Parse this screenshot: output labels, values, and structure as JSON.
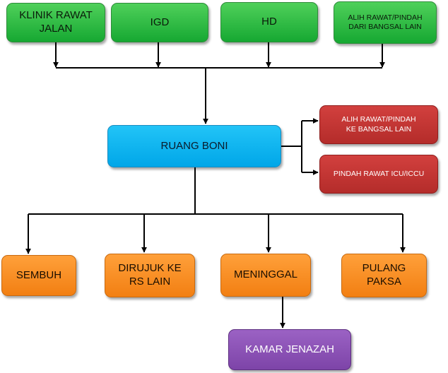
{
  "sources": {
    "klinik": "KLINIK RAWAT\nJALAN",
    "igd": "IGD",
    "hd": "HD",
    "alih_dari": "ALIH RAWAT/PINDAH\nDARI BANGSAL LAIN"
  },
  "center": {
    "ruang_boni": "RUANG BONI"
  },
  "transfers": {
    "alih_ke": "ALIH RAWAT/PINDAH\nKE BANGSAL LAIN",
    "icu": "PINDAH RAWAT ICU/ICCU"
  },
  "outcomes": {
    "sembuh": "SEMBUH",
    "dirujuk": "DIRUJUK KE\nRS LAIN",
    "meninggal": "MENINGGAL",
    "pulang": "PULANG\nPAKSA"
  },
  "final": {
    "kamar_jenazah": "KAMAR JENAZAH"
  },
  "colors": {
    "source": "#22b34a",
    "center": "#11b5f0",
    "transfer": "#c53633",
    "outcome": "#fb8d24",
    "final": "#8a52b5",
    "line": "#000000"
  }
}
